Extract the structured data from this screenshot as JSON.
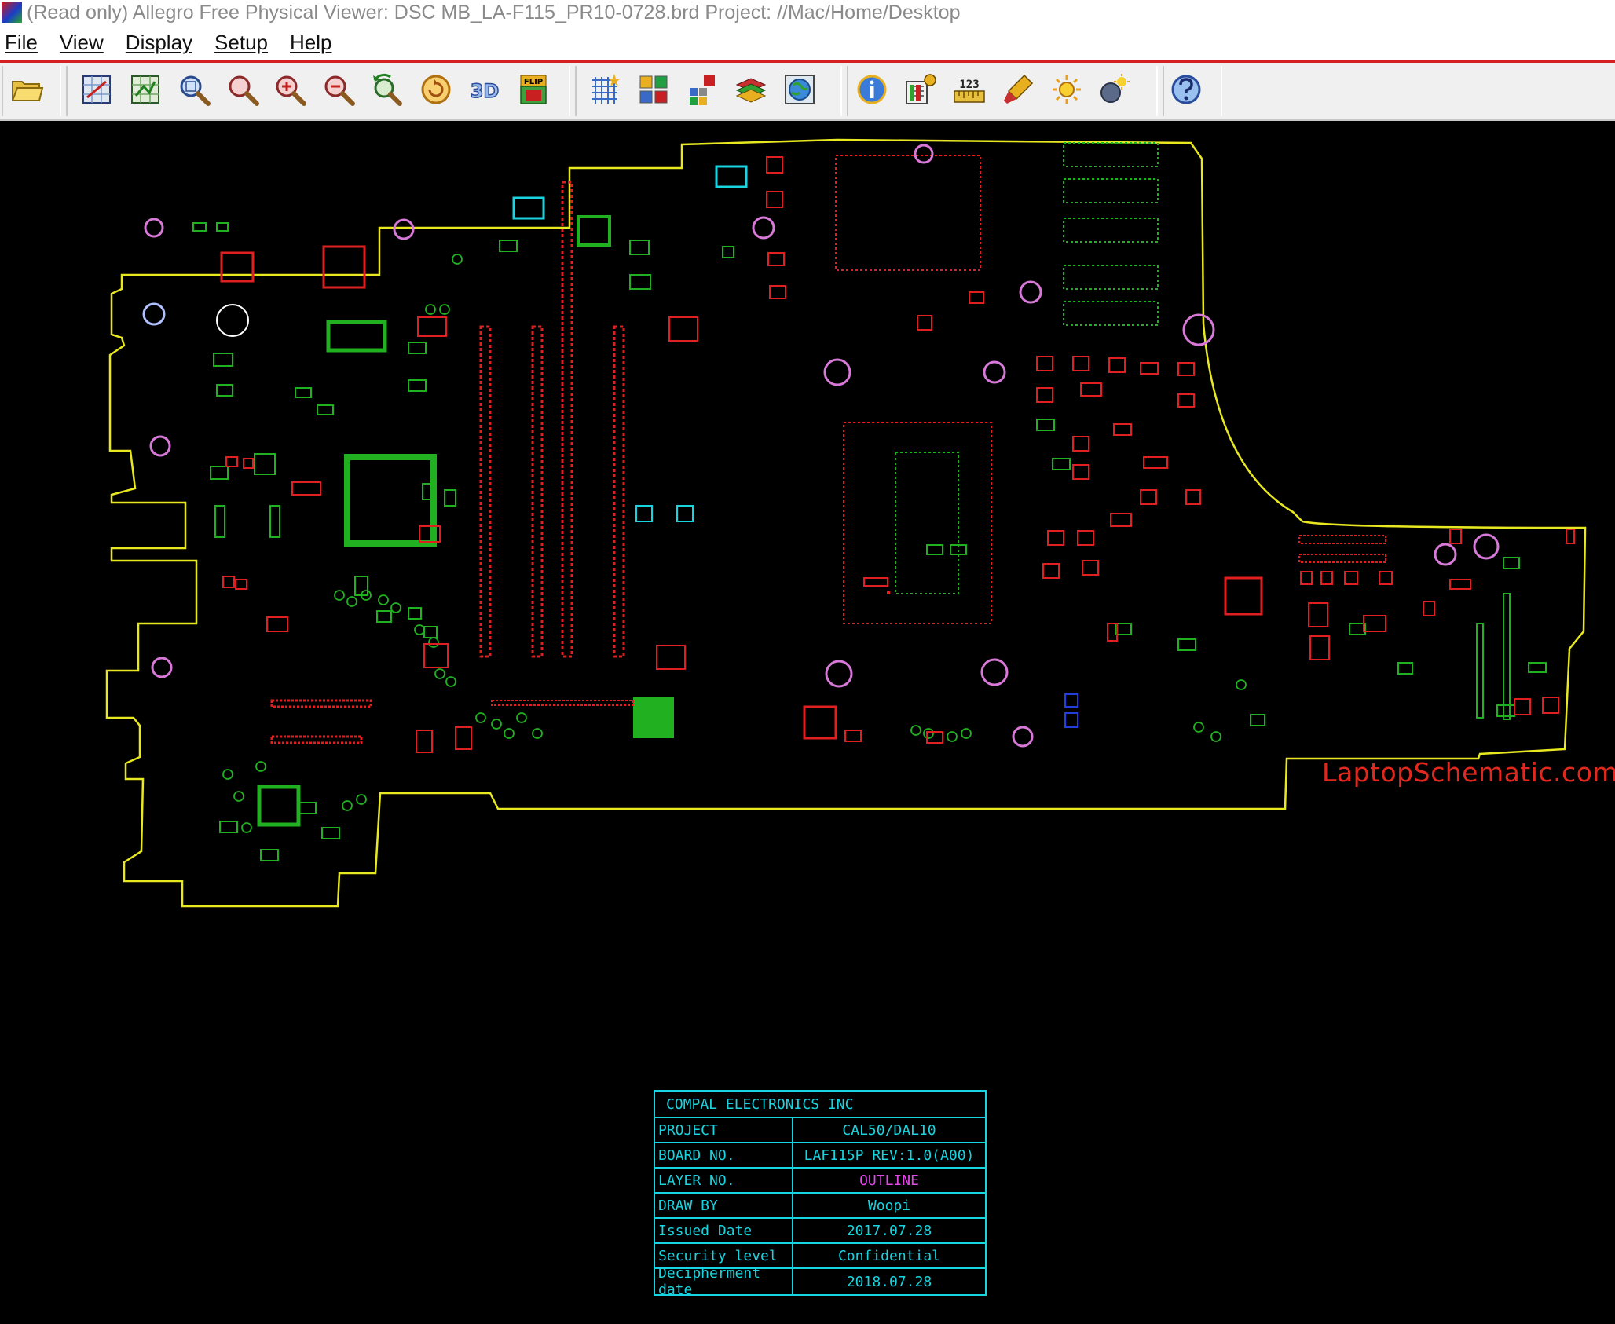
{
  "window": {
    "title": "(Read only) Allegro Free Physical Viewer: DSC MB_LA-F115_PR10-0728.brd  Project: //Mac/Home/Desktop"
  },
  "menu": {
    "items": [
      "File",
      "View",
      "Display",
      "Setup",
      "Help"
    ]
  },
  "toolbar": {
    "buttons": [
      "open-icon",
      "zoom-fit-icon",
      "zoom-world-icon",
      "zoom-points-icon",
      "zoom-window-icon",
      "zoom-in-icon",
      "zoom-out-icon",
      "zoom-previous-icon",
      "redraw-icon",
      "3d-view-icon",
      "flip-icon",
      "grid-icon",
      "color-icon",
      "layer-visibility-icon",
      "stack-icon",
      "world-view-icon",
      "info-icon",
      "report-icon",
      "measure-icon",
      "highlight-icon",
      "light-icon",
      "shadow-icon",
      "help-icon"
    ],
    "flip_label": "FLIP",
    "measure_label": "123",
    "three_d_label": "3D"
  },
  "board": {
    "watermark": "LaptopSchematic.com",
    "colors": {
      "outline": "#e8e820",
      "top_components": "#e02020",
      "bottom_components": "#20b020",
      "holes": "#d878d8",
      "titleblock": "#17d4e0"
    }
  },
  "titleblock": {
    "company": "COMPAL ELECTRONICS  INC",
    "rows": [
      {
        "label": "PROJECT",
        "value": "CAL50/DAL10"
      },
      {
        "label": "BOARD NO.",
        "value": "LAF115P  REV:1.0(A00)"
      },
      {
        "label": "LAYER NO.",
        "value": "OUTLINE"
      },
      {
        "label": "DRAW BY",
        "value": "Woopi"
      },
      {
        "label": "Issued Date",
        "value": "2017.07.28"
      },
      {
        "label": "Security level",
        "value": "Confidential"
      },
      {
        "label": "Decipherment date",
        "value": "2018.07.28"
      }
    ]
  }
}
